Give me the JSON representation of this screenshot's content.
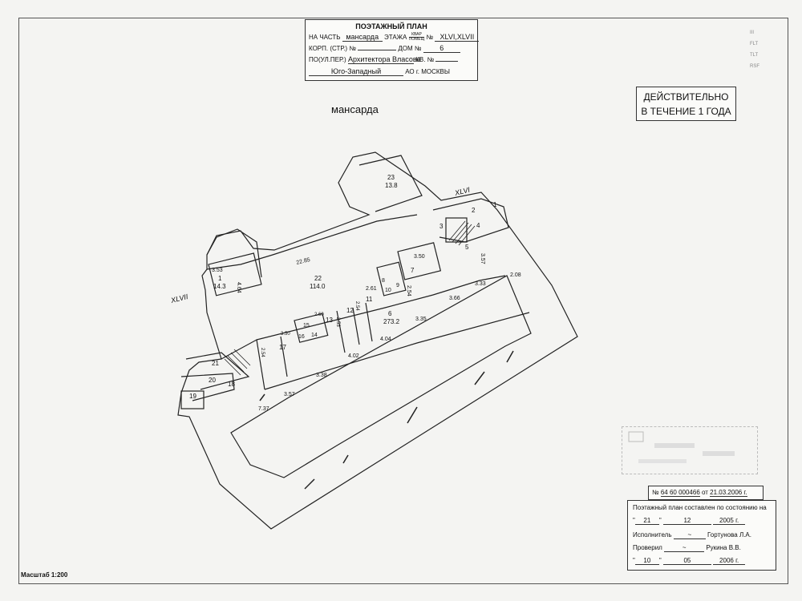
{
  "header": {
    "title": "ПОЭТАЖНЫЙ ПЛАН",
    "part_prefix": "НА ЧАСТЬ",
    "floor_name": "мансарда",
    "floor_suffix": "ЭТАЖА",
    "kvar": "КВАР",
    "pomesh": "ПОМЕЩ",
    "no_prefix": "№",
    "units": "XLVI,XLVII",
    "korp": "КОРП. (СТР.) №",
    "dom_prefix": "ДОМ №",
    "dom": "6",
    "street_prefix": "ПО(УЛ.ПЕР.)",
    "street": "Архитектора Власова",
    "kv": "КВ. №",
    "district": "Юго-Западный",
    "city": "АО г. МОСКВЫ"
  },
  "sheet_label": "мансарда",
  "validity": {
    "line1": "ДЕЙСТВИТЕЛЬНО",
    "line2": "В ТЕЧЕНИЕ 1 ГОДА"
  },
  "registration": {
    "prefix": "№",
    "number": "64 60 000466",
    "from": "от",
    "date": "21.03.2006 г."
  },
  "compiled": {
    "line1": "Поэтажный план составлен по состоянию на",
    "day": "21",
    "month": "12",
    "year": "2005 г.",
    "executor_label": "Исполнитель",
    "executor": "Гортунова Л.А.",
    "checked_label": "Проверил",
    "checker": "Рукина В.В.",
    "check_day": "10",
    "check_month": "05",
    "check_year": "2006 г."
  },
  "scale": "Масштаб 1:200",
  "corner_marks": [
    "III",
    "FLT",
    "TLT",
    "RSF"
  ],
  "plan": {
    "unit_left": "XLVII",
    "unit_right": "XLVI",
    "rooms": [
      {
        "n": "1"
      },
      {
        "n": "2"
      },
      {
        "n": "3"
      },
      {
        "n": "4"
      },
      {
        "n": "5"
      },
      {
        "n": "6",
        "area": "273.2"
      },
      {
        "n": "7"
      },
      {
        "n": "8"
      },
      {
        "n": "9"
      },
      {
        "n": "10"
      },
      {
        "n": "11"
      },
      {
        "n": "12"
      },
      {
        "n": "13"
      },
      {
        "n": "14"
      },
      {
        "n": "15"
      },
      {
        "n": "16"
      },
      {
        "n": "17"
      },
      {
        "n": "18"
      },
      {
        "n": "19"
      },
      {
        "n": "20"
      },
      {
        "n": "21"
      },
      {
        "n": "22",
        "area": "114.0"
      },
      {
        "n": "23",
        "area": "13.8"
      },
      {
        "n": "1",
        "area": "14.3"
      }
    ],
    "dims": [
      "22.85",
      "3.53",
      "4.64",
      "3.50",
      "2.61",
      "2.54",
      "3.33",
      "2.08",
      "3.57",
      "3.66",
      "3.35",
      "4.04",
      "4.02",
      "3.38",
      "3.57",
      "7.37",
      "2.60",
      "3.50",
      "2.53",
      "2.54",
      "2.54"
    ]
  },
  "colors": {
    "ink": "#222222",
    "paper": "#f4f4f2"
  }
}
